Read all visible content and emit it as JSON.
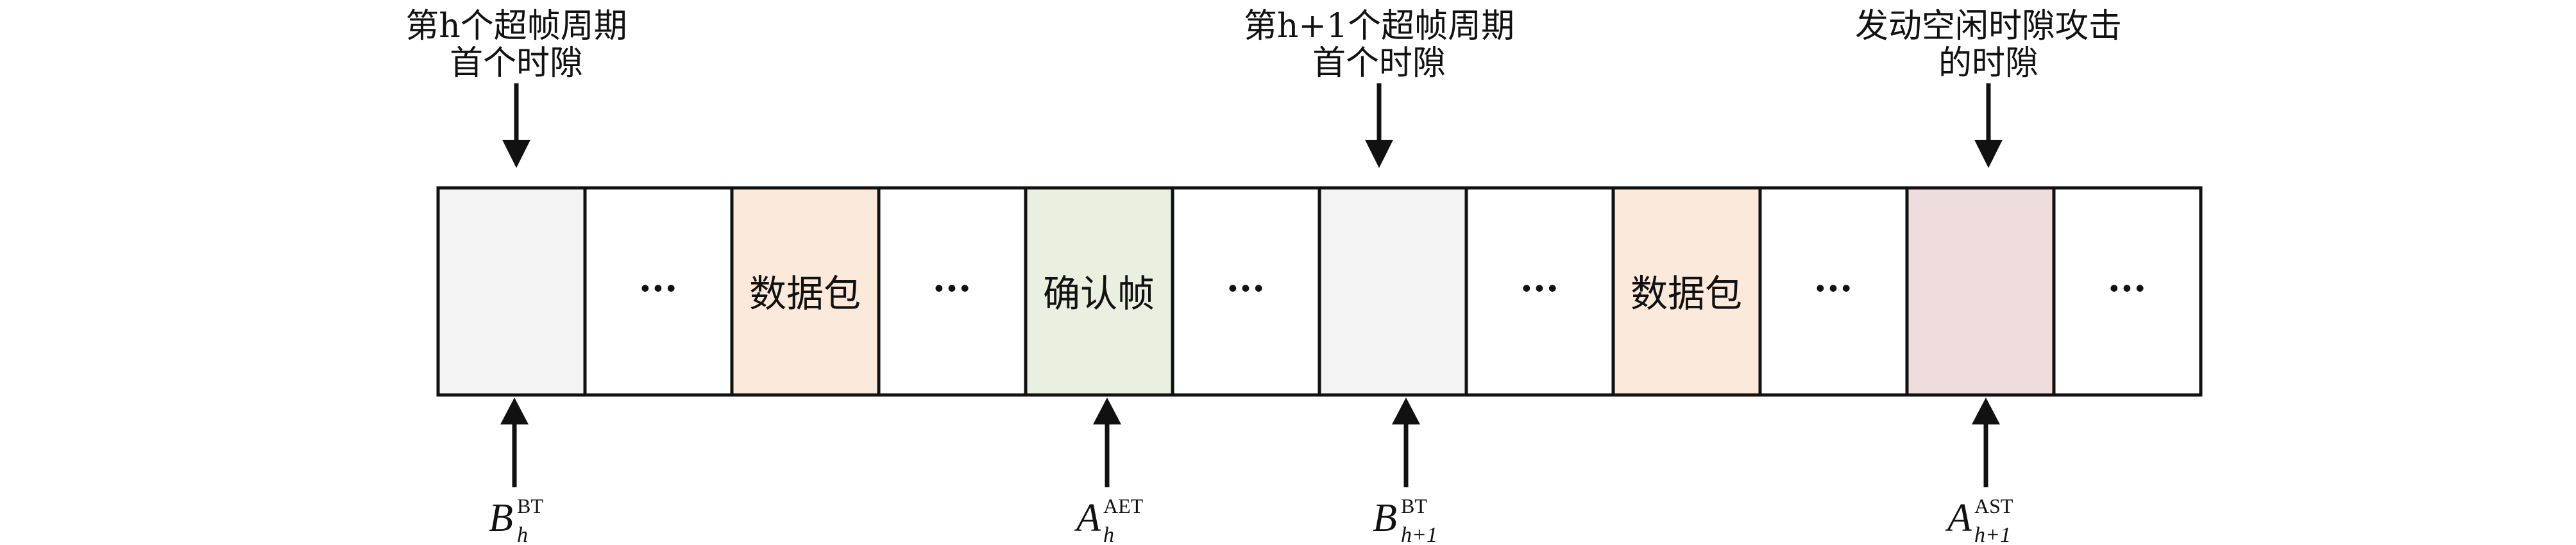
{
  "top_labels": [
    {
      "line1": "第h个超帧周期",
      "line2": "首个时隙"
    },
    {
      "line1": "第h+1个超帧周期",
      "line2": "首个时隙"
    },
    {
      "line1": "发动空闲时隙攻击",
      "line2": "的时隙"
    }
  ],
  "slots": [
    {
      "text": "",
      "fill": "#f4f4f4"
    },
    {
      "text": "···",
      "fill": "#ffffff"
    },
    {
      "text": "数据包",
      "fill": "#fbeadb"
    },
    {
      "text": "···",
      "fill": "#ffffff"
    },
    {
      "text": "确认帧",
      "fill": "#e9f0df"
    },
    {
      "text": "···",
      "fill": "#ffffff"
    },
    {
      "text": "",
      "fill": "#f4f4f4"
    },
    {
      "text": "···",
      "fill": "#ffffff"
    },
    {
      "text": "数据包",
      "fill": "#fbeadb"
    },
    {
      "text": "···",
      "fill": "#ffffff"
    },
    {
      "text": "",
      "fill": "#efdcdc"
    },
    {
      "text": "···",
      "fill": "#ffffff"
    }
  ],
  "bottom_labels": [
    {
      "var": "B",
      "sub": "h",
      "sup": "BT"
    },
    {
      "var": "A",
      "sub": "h",
      "sup": "AET"
    },
    {
      "var": "B",
      "sub": "h+1",
      "sup": "BT"
    },
    {
      "var": "A",
      "sub": "h+1",
      "sup": "AST"
    }
  ]
}
